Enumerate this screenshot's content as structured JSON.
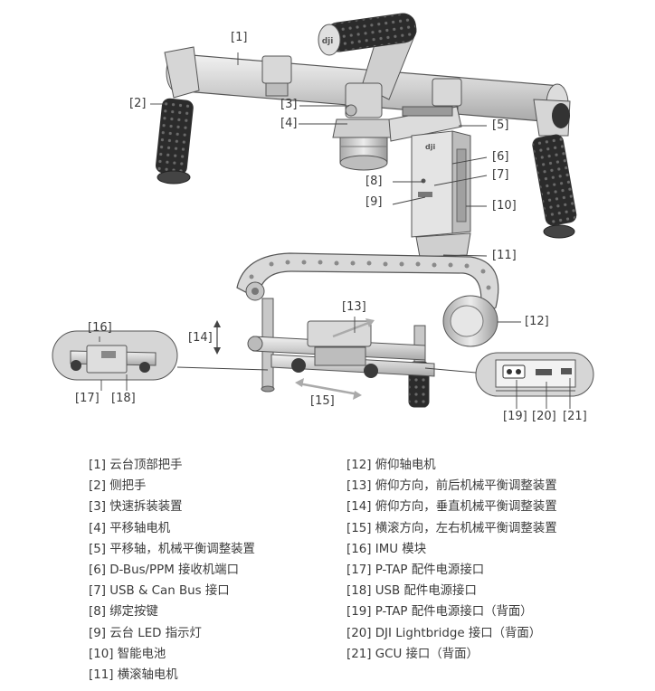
{
  "callouts": {
    "c1": "[1]",
    "c2": "[2]",
    "c3": "[3]",
    "c4": "[4]",
    "c5": "[5]",
    "c6": "[6]",
    "c7": "[7]",
    "c8": "[8]",
    "c9": "[9]",
    "c10": "[10]",
    "c11": "[11]",
    "c12": "[12]",
    "c13": "[13]",
    "c14": "[14]",
    "c15": "[15]",
    "c16": "[16]",
    "c17": "[17]",
    "c18": "[18]",
    "c19": "[19]",
    "c20": "[20]",
    "c21": "[21]"
  },
  "legend_left": [
    "[1] 云台顶部把手",
    "[2] 侧把手",
    "[3] 快速拆装装置",
    "[4] 平移轴电机",
    "[5] 平移轴，机械平衡调整装置",
    "[6] D-Bus/PPM 接收机端口",
    "[7] USB & Can Bus 接口",
    "[8] 绑定按键",
    "[9] 云台 LED 指示灯",
    "[10] 智能电池",
    "[11] 横滚轴电机"
  ],
  "legend_right": [
    "[12] 俯仰轴电机",
    "[13] 俯仰方向，前后机械平衡调整装置",
    "[14] 俯仰方向，垂直机械平衡调整装置",
    "[15] 横滚方向，左右机械平衡调整装置",
    "[16] IMU 模块",
    "[17] P-TAP 配件电源接口",
    "[18] USB 配件电源接口",
    "[19] P-TAP 配件电源接口（背面）",
    "[20] DJI Lightbridge 接口（背面）",
    "[21] GCU 接口（背面）"
  ],
  "logo_text": "dji",
  "colors": {
    "line": "#555555",
    "metal": "#c9c9c9",
    "metal_dark": "#8c8c8c",
    "grip": "#2b2b2b",
    "text": "#3a3a3a"
  }
}
